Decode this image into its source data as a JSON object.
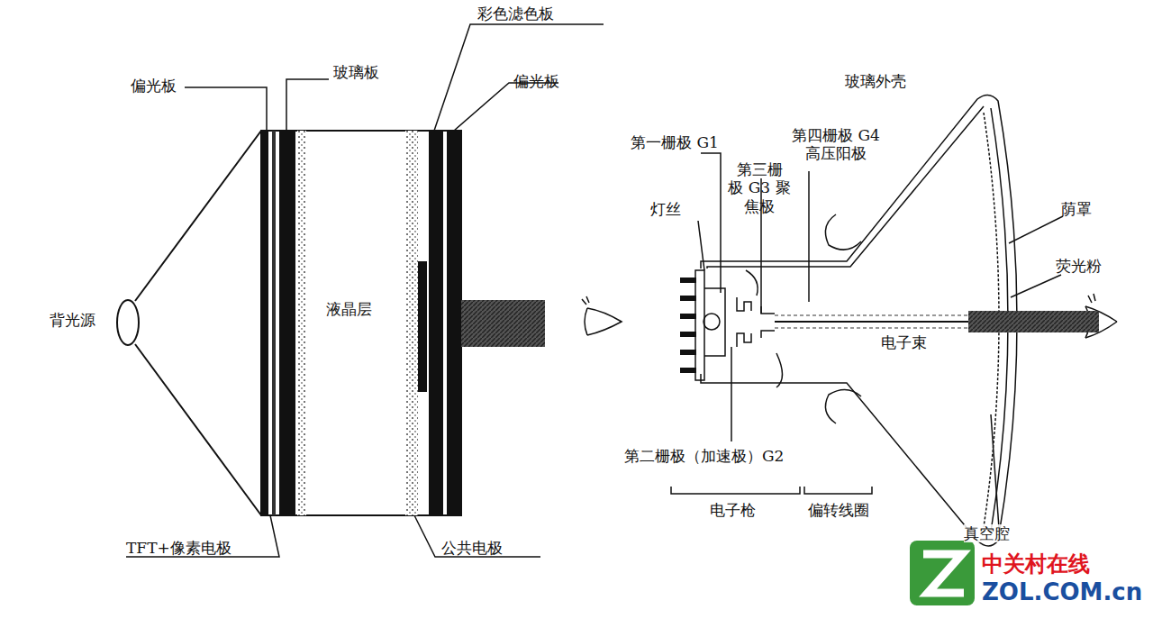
{
  "diagram": {
    "nodes": [
      {
        "text": [
          "液晶层"
        ]
      }
    ],
    "labels": [
      "彩色滤色板",
      "偏光板",
      "玻璃板",
      "偏光板",
      "背光源",
      "TFT+像素电极",
      "公共电极",
      "玻璃外壳",
      "第一栅极 G1",
      "第四栅极 G4 高压阳极",
      "第三栅 极 G3 聚焦极",
      "灯丝",
      "荫罩",
      "荧光粉",
      "电子束",
      "第二栅极（加速极）G2",
      "电子枪",
      "偏转线圈",
      "真空腔",
      "中关村在线",
      "ZOL.COM.cn"
    ]
  }
}
